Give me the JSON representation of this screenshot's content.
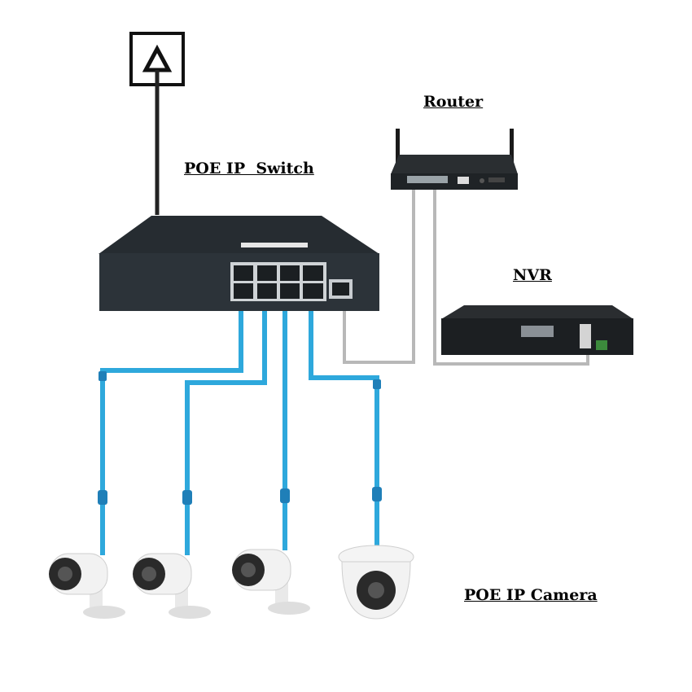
{
  "labels": {
    "router": "Router",
    "switch": "POE IP  Switch",
    "nvr": "NVR",
    "camera": "POE IP Camera"
  },
  "icons": {
    "power": "power-plug-icon"
  },
  "colors": {
    "poe_cable": "#2ea8dc",
    "lan_cable": "#b8b8b8",
    "switch_body": "#2c3339",
    "router_body": "#1f2326",
    "nvr_body": "#1c1f22"
  }
}
